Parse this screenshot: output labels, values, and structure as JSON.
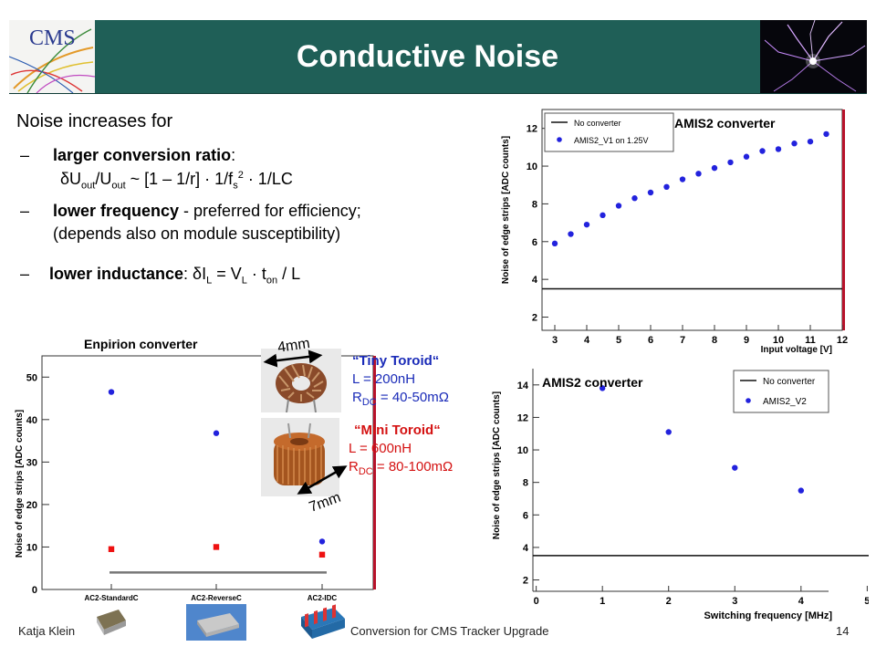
{
  "slide": {
    "title": "Conductive Noise",
    "logo_text": "CMS",
    "page_number": "14",
    "footer_author": "Katja Klein",
    "footer_center": "Conversion for CMS Tracker Upgrade"
  },
  "body": {
    "intro": "Noise increases for",
    "bullets": [
      {
        "dash": "–",
        "bold": "larger conversion ratio",
        "rest": ":",
        "formula": "δUout/Uout ~ [1 – 1/r] · 1/fs2 · 1/LC"
      },
      {
        "dash": "–",
        "bold": "lower frequency",
        "rest": " - preferred for efficiency;",
        "line2": "(depends also on module susceptibility)"
      },
      {
        "dash": "–",
        "bold": "lower inductance",
        "rest": ": δIL = VL · ton / L"
      }
    ],
    "formula_parts": {
      "du": "δU",
      "out": "out",
      "slash_u": "/U",
      "mid": " ~ [1 – 1/r] · 1/f",
      "s": "s",
      "two": "2",
      "tail": " · 1/LC"
    },
    "inductance_parts": {
      "colon": ": δI",
      "L": "L",
      "eq": " = V",
      "dot": " · t",
      "on": "on",
      "end": " / L"
    }
  },
  "toroids": {
    "tiny": {
      "name": "“Tiny Toroid“",
      "L": "L = 200nH",
      "R_prefix": "R",
      "R_sub": "DC",
      "R_value": " = 40-50mΩ",
      "dim": "4mm"
    },
    "mini": {
      "name": "“Mini Toroid“",
      "L": "L = 600nH",
      "R_prefix": "R",
      "R_sub": "DC",
      "R_value": " = 80-100mΩ",
      "dim": "7mm"
    }
  },
  "colors": {
    "header_green": "#1f5f57",
    "blue": "#2222dd",
    "red": "#ee1111",
    "tiny_text": "#1a2bb8",
    "mini_text": "#d41111"
  },
  "chart_data": [
    {
      "type": "scatter",
      "title": "AMIS2 converter",
      "xlabel": "Input voltage [V]",
      "ylabel": "Noise of edge strips [ADC counts]",
      "xlim": [
        2.6,
        12.0
      ],
      "ylim": [
        1.3,
        13.0
      ],
      "xticks": [
        3,
        4,
        5,
        6,
        7,
        8,
        9,
        10,
        11,
        12
      ],
      "yticks": [
        2,
        4,
        6,
        8,
        10,
        12
      ],
      "legend_position": "top-left",
      "series": [
        {
          "name": "No converter",
          "kind": "line",
          "y": 3.5,
          "color": "#111111"
        },
        {
          "name": "AMIS2_V1 on 1.25V",
          "kind": "points",
          "color": "#2222dd",
          "x": [
            3.0,
            3.5,
            4.0,
            4.5,
            5.0,
            5.5,
            6.0,
            6.5,
            7.0,
            7.5,
            8.0,
            8.5,
            9.0,
            9.5,
            10.0,
            10.5,
            11.0,
            11.5
          ],
          "y": [
            5.9,
            6.4,
            6.9,
            7.4,
            7.9,
            8.3,
            8.6,
            8.9,
            9.3,
            9.6,
            9.9,
            10.2,
            10.5,
            10.8,
            10.9,
            11.2,
            11.3,
            11.7
          ]
        }
      ]
    },
    {
      "type": "scatter",
      "title": "AMIS2 converter",
      "xlabel": "Switching frequency [MHz]",
      "ylabel": "Noise of edge strips [ADC counts]",
      "xlim": [
        -0.05,
        5.05
      ],
      "ylim": [
        1.3,
        15.0
      ],
      "xticks": [
        0,
        1,
        2,
        3,
        4,
        5
      ],
      "yticks": [
        2,
        4,
        6,
        8,
        10,
        12,
        14
      ],
      "legend_position": "top-right",
      "series": [
        {
          "name": "No converter",
          "kind": "line",
          "y": 3.5,
          "color": "#111111"
        },
        {
          "name": "AMIS2_V2",
          "kind": "points",
          "color": "#2222dd",
          "x": [
            1,
            2,
            3,
            4
          ],
          "y": [
            13.8,
            11.1,
            8.9,
            7.5
          ]
        }
      ]
    },
    {
      "type": "scatter",
      "title": "Enpirion converter",
      "xlabel": "",
      "ylabel": "Noise of edge strips [ADC counts]",
      "categories": [
        "AC2-StandardC",
        "AC2-ReverseC",
        "AC2-IDC"
      ],
      "ylim": [
        0,
        55
      ],
      "yticks": [
        0,
        10,
        20,
        30,
        40,
        50
      ],
      "series": [
        {
          "kind": "points",
          "marker": "circle",
          "color": "#2222dd",
          "values": [
            46.5,
            36.8,
            11.3
          ]
        },
        {
          "kind": "points",
          "marker": "square",
          "color": "#ee1111",
          "values": [
            9.5,
            10.0,
            8.2
          ]
        },
        {
          "kind": "line",
          "color": "#777777",
          "y": 4.0
        }
      ]
    }
  ]
}
